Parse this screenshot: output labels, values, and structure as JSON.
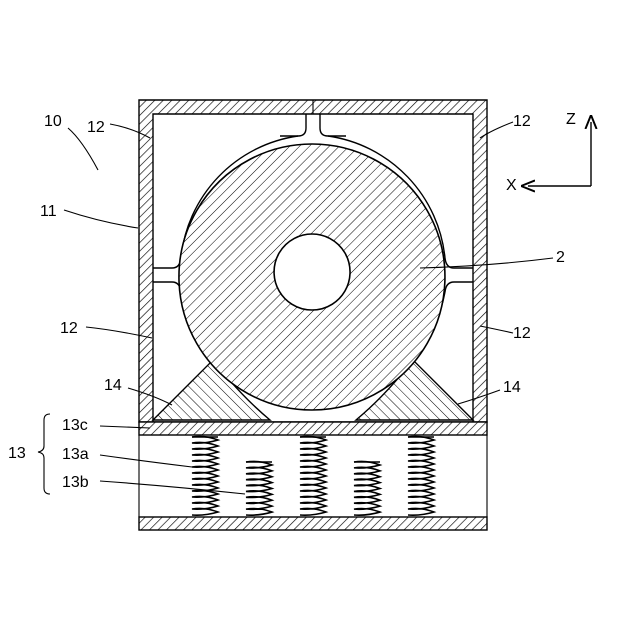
{
  "labels": {
    "device": "10",
    "frame": "11",
    "chamber_top_left": "12",
    "chamber_top_right": "12",
    "chamber_bottom_left": "12",
    "chamber_bottom_right": "12",
    "core": "2",
    "support_left": "14",
    "support_right": "14",
    "assembly": "13",
    "plate": "13c",
    "spring_a": "13a",
    "spring_b": "13b"
  },
  "axes": {
    "z": "Z",
    "x": "X"
  }
}
